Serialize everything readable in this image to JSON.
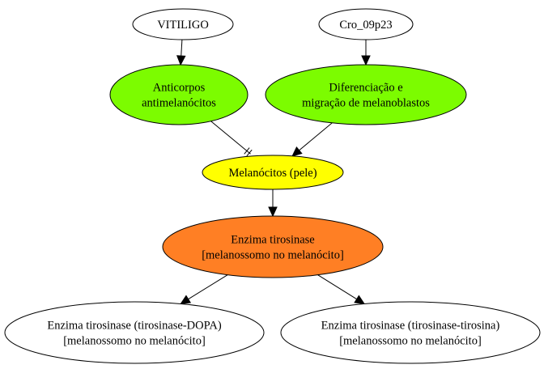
{
  "nodes": {
    "vitiligo": {
      "lines": [
        "VITILIGO"
      ],
      "fill": "#ffffff"
    },
    "cro": {
      "lines": [
        "Cro_09p23"
      ],
      "fill": "#ffffff"
    },
    "anticorpos": {
      "lines": [
        "Anticorpos",
        "antimelanócitos"
      ],
      "fill": "#7cfc00"
    },
    "diferenciacao": {
      "lines": [
        "Diferenciação e",
        "migração de melanoblastos"
      ],
      "fill": "#7cfc00"
    },
    "melanocitos": {
      "lines": [
        "Melanócitos (pele)"
      ],
      "fill": "#ffff00"
    },
    "tirosinase": {
      "lines": [
        "Enzima tirosinase",
        "[melanossomo no melanócito]"
      ],
      "fill": "#ff7f24"
    },
    "dopa": {
      "lines": [
        "Enzima tirosinase (tirosinase-DOPA)",
        "[melanossomo no melanócito]"
      ],
      "fill": "#ffffff"
    },
    "tirosina": {
      "lines": [
        "Enzima tirosinase (tirosinase-tirosina)",
        "[melanossomo no melanócito]"
      ],
      "fill": "#ffffff"
    }
  },
  "edges": [
    {
      "from": "vitiligo",
      "to": "anticorpos",
      "type": "activates"
    },
    {
      "from": "cro",
      "to": "diferenciacao",
      "type": "activates"
    },
    {
      "from": "anticorpos",
      "to": "melanocitos",
      "type": "inhibits"
    },
    {
      "from": "diferenciacao",
      "to": "melanocitos",
      "type": "activates"
    },
    {
      "from": "melanocitos",
      "to": "tirosinase",
      "type": "activates"
    },
    {
      "from": "tirosinase",
      "to": "dopa",
      "type": "activates"
    },
    {
      "from": "tirosinase",
      "to": "tirosina",
      "type": "activates"
    }
  ]
}
